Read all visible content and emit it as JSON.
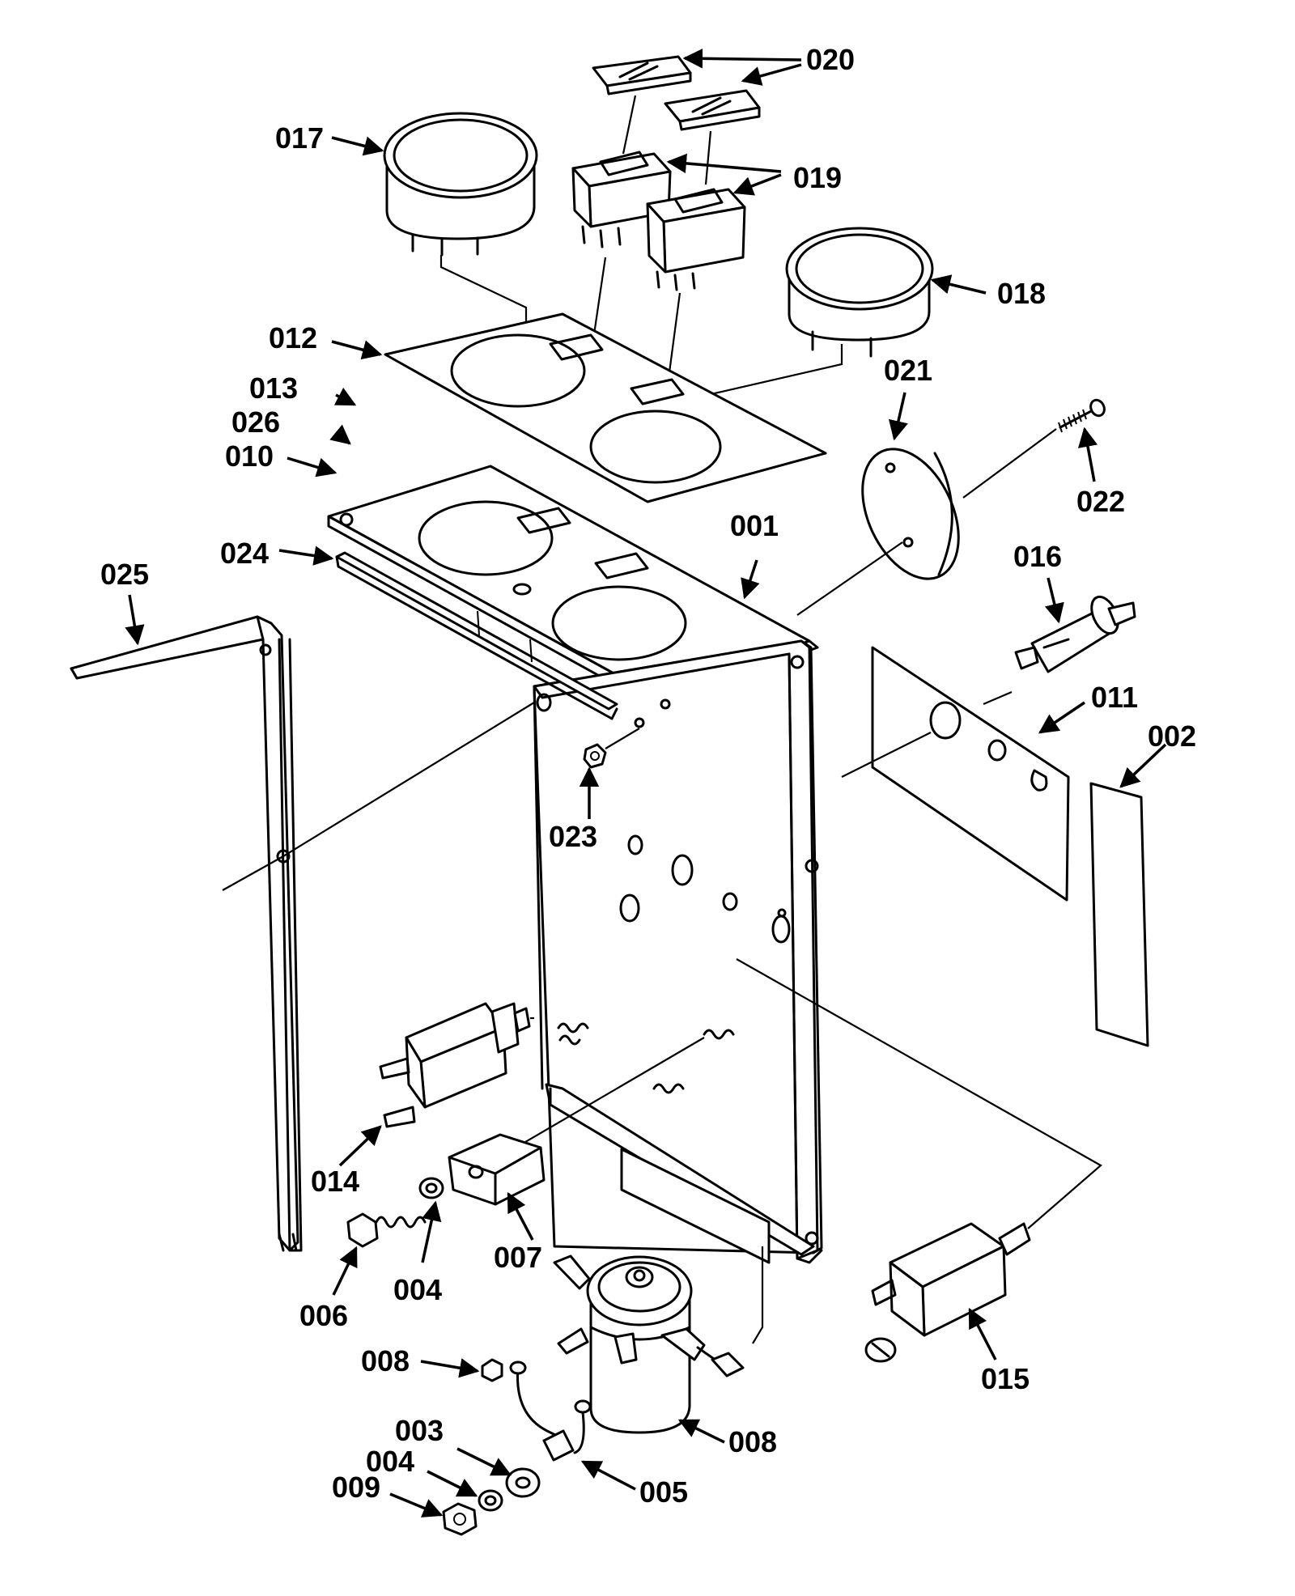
{
  "callouts": [
    {
      "id": "020",
      "label": "020"
    },
    {
      "id": "017",
      "label": "017"
    },
    {
      "id": "019",
      "label": "019"
    },
    {
      "id": "018",
      "label": "018"
    },
    {
      "id": "012",
      "label": "012"
    },
    {
      "id": "021",
      "label": "021"
    },
    {
      "id": "013",
      "label": "013"
    },
    {
      "id": "026",
      "label": "026"
    },
    {
      "id": "010",
      "label": "010"
    },
    {
      "id": "022",
      "label": "022"
    },
    {
      "id": "001",
      "label": "001"
    },
    {
      "id": "024",
      "label": "024"
    },
    {
      "id": "016",
      "label": "016"
    },
    {
      "id": "025",
      "label": "025"
    },
    {
      "id": "011",
      "label": "011"
    },
    {
      "id": "002",
      "label": "002"
    },
    {
      "id": "023",
      "label": "023"
    },
    {
      "id": "014",
      "label": "014"
    },
    {
      "id": "007",
      "label": "007"
    },
    {
      "id": "004a",
      "label": "004"
    },
    {
      "id": "006",
      "label": "006"
    },
    {
      "id": "015",
      "label": "015"
    },
    {
      "id": "008a",
      "label": "008"
    },
    {
      "id": "008b",
      "label": "008"
    },
    {
      "id": "003",
      "label": "003"
    },
    {
      "id": "004b",
      "label": "004"
    },
    {
      "id": "009",
      "label": "009"
    },
    {
      "id": "005",
      "label": "005"
    }
  ]
}
